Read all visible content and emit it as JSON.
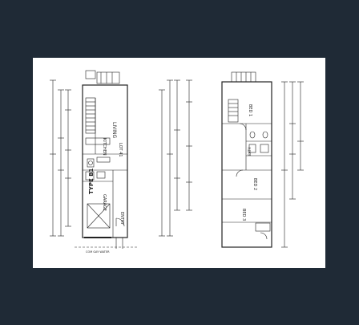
{
  "viewer": {
    "background_color": "#1f2a36",
    "sheet_color": "#ffffff"
  },
  "ground_floor": {
    "rooms": {
      "living": "LIVING",
      "kitchen": "KITCHEN",
      "lot": "LOT 41",
      "type": "TYPE B1",
      "garage": "GARAGE",
      "entry": "ENTRY"
    },
    "street_label": "COM GAY WATER"
  },
  "first_floor": {
    "rooms": {
      "bed1": "BED 1",
      "bath": "BATH",
      "bed2": "BED 2",
      "bed3": "BED 3"
    }
  }
}
